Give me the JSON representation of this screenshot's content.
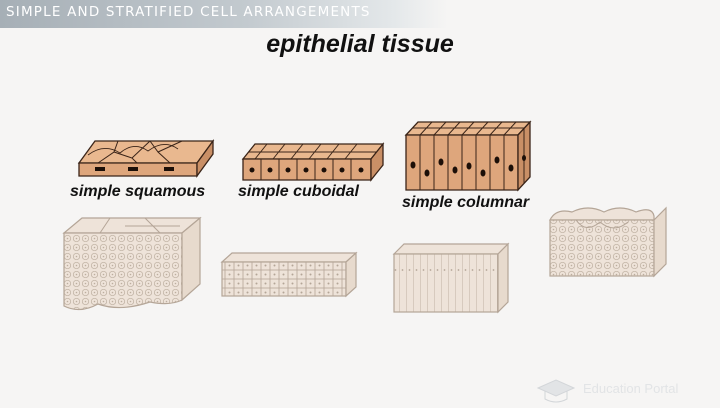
{
  "header": {
    "banner_title": "SIMPLE AND STRATIFIED CELL ARRANGEMENTS"
  },
  "diagram": {
    "title": "epithelial tissue",
    "labels": {
      "simple_squamous": "simple squamous",
      "simple_cuboidal": "simple cuboidal",
      "simple_columnar": "simple columnar"
    }
  },
  "watermark": {
    "logo_text": "Education Portal",
    "logo_icon": "graduation-cap-icon"
  },
  "colors": {
    "cell_fill": "#e9b88f",
    "cell_side": "#d9a27a",
    "outline": "#3a2418",
    "faded_fill": "#eee3d9",
    "faded_outline": "#b4a597"
  }
}
